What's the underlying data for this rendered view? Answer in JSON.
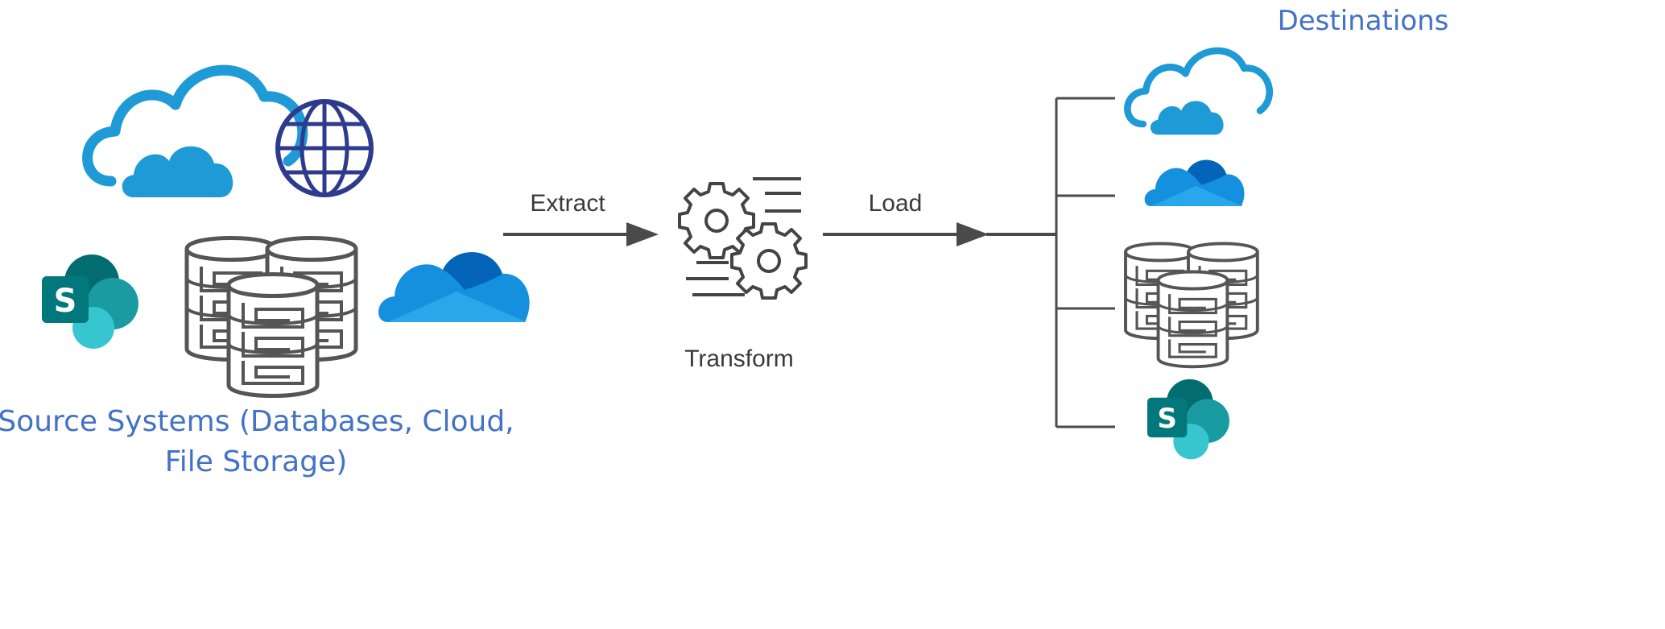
{
  "diagram": {
    "source_label_line1": "Source Systems (Databases, Cloud,",
    "source_label_line2": "File Storage)",
    "destinations_label": "Destinations",
    "extract_label": "Extract",
    "transform_label": "Transform",
    "load_label": "Load"
  },
  "icons": {
    "sources": [
      "cloud-outline-icon",
      "globe-icon",
      "sharepoint-icon",
      "database-cluster-icon",
      "onedrive-icon"
    ],
    "transform": "gears-icon",
    "destinations": [
      "cloud-outline-icon",
      "onedrive-icon",
      "database-cluster-icon",
      "sharepoint-icon"
    ]
  },
  "colors": {
    "label_blue": "#4472c4",
    "cloud_blue": "#1e9ad6",
    "globe_navy": "#2e3a8c",
    "sharepoint_teal": "#036c70",
    "onedrive_blue": "#0f78d4",
    "line_gray": "#4a4a4a"
  }
}
